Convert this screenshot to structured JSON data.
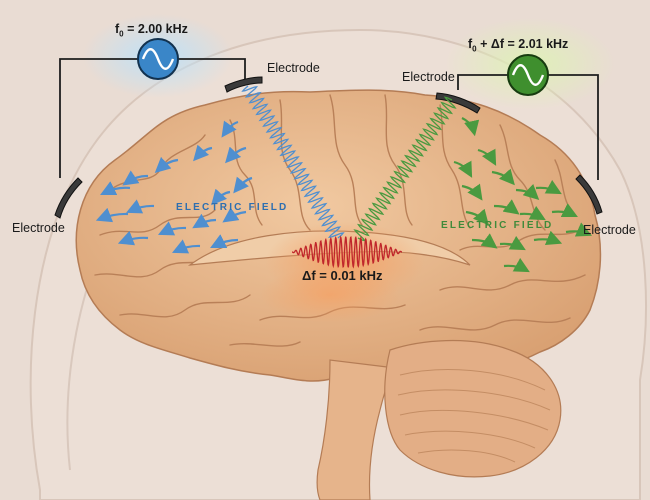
{
  "source_left": {
    "base_symbol": "f",
    "base_subscript": "0",
    "value_text": " = 2.00 kHz",
    "color": "#3a86c8",
    "icon": "sine-wave-icon"
  },
  "source_right": {
    "base_symbol": "f",
    "base_subscript": "0",
    "value_text": " + Δf = 2.01 kHz",
    "color": "#3f8f2e",
    "icon": "sine-wave-icon"
  },
  "electrodes": {
    "top_left": "Electrode",
    "top_right": "Electrode",
    "side_left": "Electrode",
    "side_right": "Electrode"
  },
  "fields": {
    "left_label": "ELECTRIC FIELD",
    "right_label": "ELECTRIC FIELD",
    "left_color": "#4f8fd0",
    "right_color": "#4a9a40"
  },
  "interference": {
    "label": "Δf = 0.01 kHz",
    "color": "#c0262b"
  },
  "colors": {
    "brain": "#e8b98c",
    "background": "#e9dcd3",
    "wire": "#1e1e1e"
  }
}
